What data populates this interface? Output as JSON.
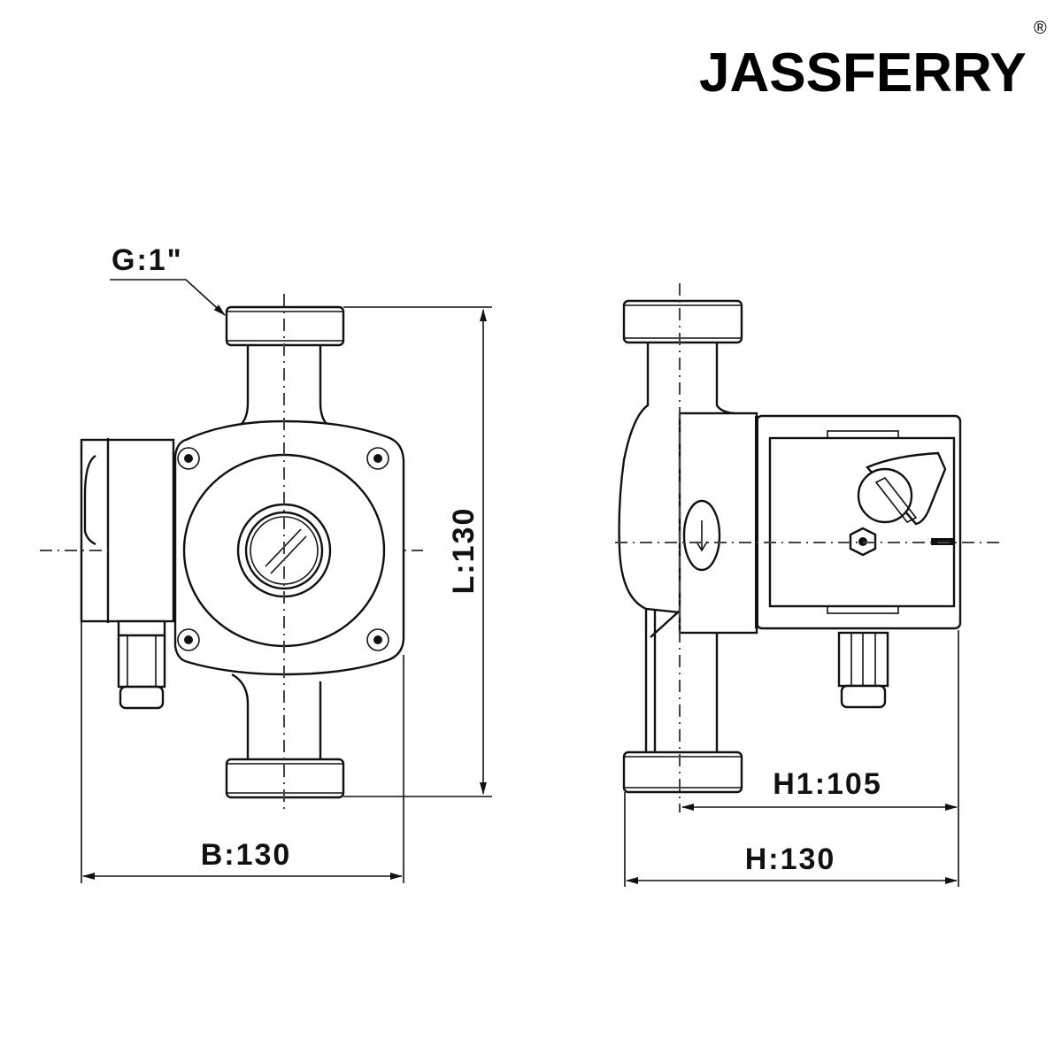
{
  "brand": {
    "name": "JASSFERRY",
    "registered_mark": "®"
  },
  "front_view": {
    "thread_label": "G:1\"",
    "length_label": "L:130",
    "width_label": "B:130"
  },
  "side_view": {
    "h1_label": "H1:105",
    "height_label": "H:130"
  }
}
